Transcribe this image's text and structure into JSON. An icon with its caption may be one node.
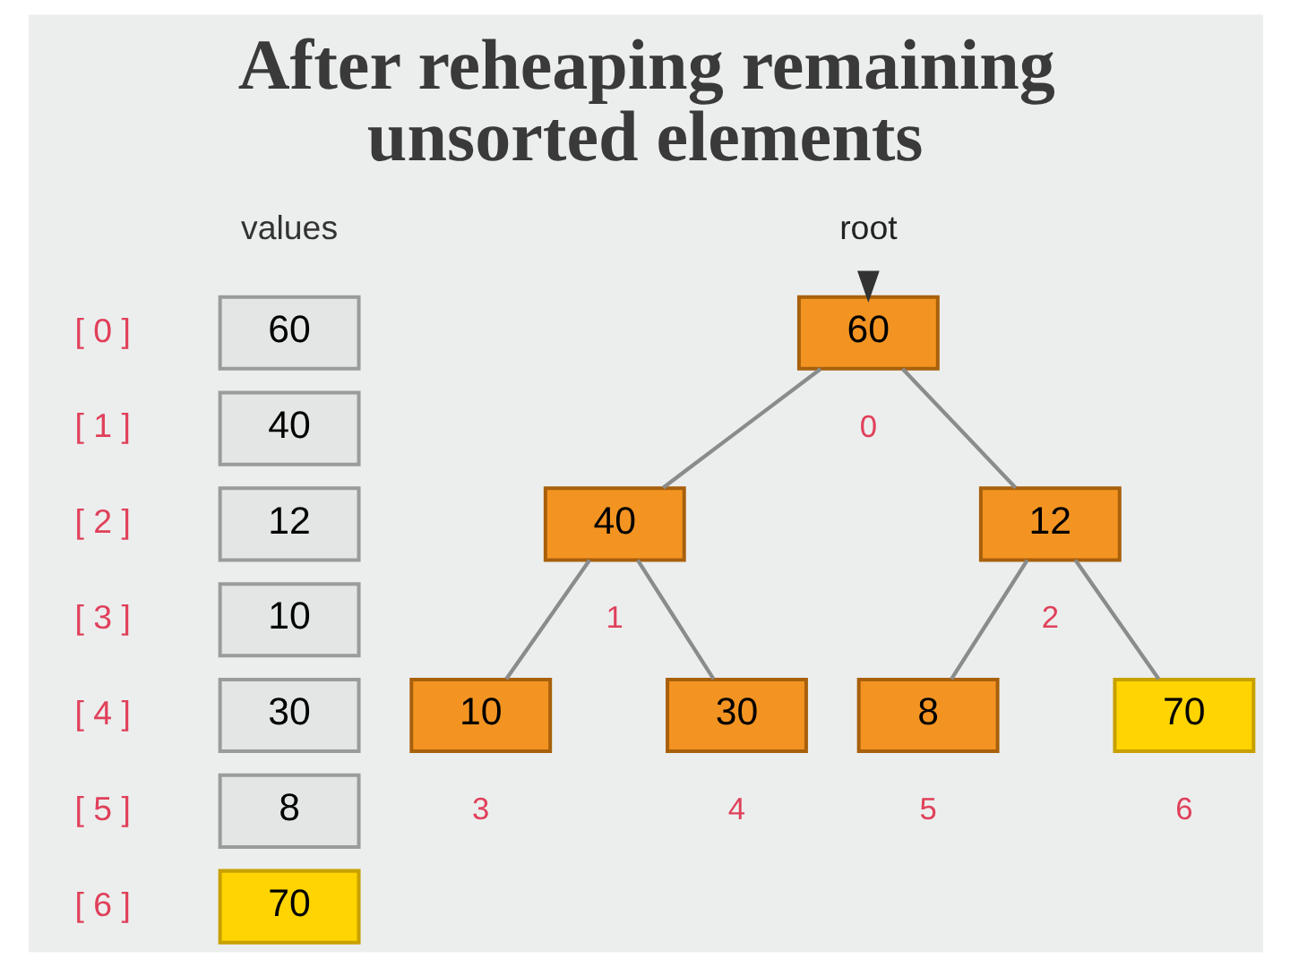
{
  "diagram": {
    "title": "After reheaping remaining unsorted elements",
    "nodes": [
      {
        "text": [
          "60"
        ],
        "beside": [
          "[ 0 ]"
        ]
      },
      {
        "text": [
          "40"
        ],
        "beside": [
          "[ 1 ]"
        ]
      },
      {
        "text": [
          "12"
        ],
        "beside": [
          "[ 2 ]"
        ]
      },
      {
        "text": [
          "10"
        ],
        "beside": [
          "[ 3 ]"
        ]
      },
      {
        "text": [
          "30"
        ],
        "beside": [
          "[ 4 ]"
        ]
      },
      {
        "text": [
          "8"
        ],
        "beside": [
          "[ 5 ]"
        ]
      },
      {
        "text": [
          "70"
        ],
        "beside": [
          "[ 6 ]"
        ]
      },
      {
        "text": [
          "root"
        ]
      },
      {
        "text": [
          "60"
        ],
        "beside": [
          "0"
        ]
      },
      {
        "text": [
          "40"
        ],
        "beside": [
          "1"
        ]
      },
      {
        "text": [
          "12"
        ],
        "beside": [
          "2"
        ]
      },
      {
        "text": [
          "10"
        ],
        "beside": [
          "3"
        ]
      },
      {
        "text": [
          "30"
        ],
        "beside": [
          "4"
        ]
      },
      {
        "text": [
          "8"
        ],
        "beside": [
          "5"
        ]
      },
      {
        "text": [
          "70"
        ],
        "beside": [
          "6"
        ]
      }
    ],
    "edges": [
      {
        "from": 7,
        "to": 8,
        "arrow": "to"
      },
      {
        "from": 8,
        "to": 9,
        "arrow": "none"
      },
      {
        "from": 8,
        "to": 10,
        "arrow": "none"
      },
      {
        "from": 9,
        "to": 11,
        "arrow": "none"
      },
      {
        "from": 9,
        "to": 12,
        "arrow": "none"
      },
      {
        "from": 10,
        "to": 13,
        "arrow": "none"
      },
      {
        "from": 10,
        "to": 14,
        "arrow": "none"
      }
    ],
    "labels": [
      "values"
    ]
  }
}
